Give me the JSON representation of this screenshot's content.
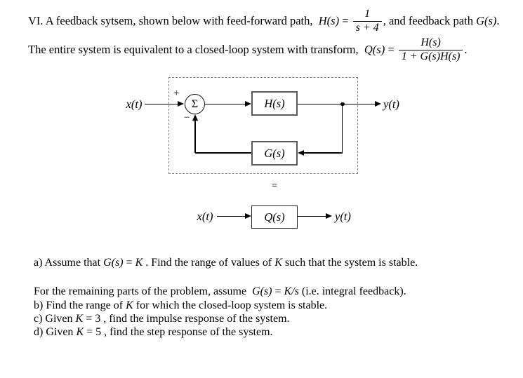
{
  "intro": {
    "line1": {
      "pre": "VI. A feedback sytsem, shown below with feed-forward path,  ",
      "m1": "H(s)",
      "eq": " = ",
      "frac": {
        "num": "1",
        "den": "s + 4"
      },
      "mid": ", and feedback path ",
      "m2": "G(s)",
      "end": "."
    },
    "line2": {
      "pre": "The entire system is equivalent to a closed-loop system with transform,  ",
      "m1": "Q(s)",
      "eq": " = ",
      "frac": {
        "num": "H(s)",
        "den": "1 + G(s)H(s)"
      },
      "end": "."
    }
  },
  "diagram": {
    "input_label": "x(t)",
    "plus": "+",
    "minus": "−",
    "sum": "Σ",
    "forward_block": "H(s)",
    "feedback_block": "G(s)",
    "output_label": "y(t)",
    "equals": "=",
    "equiv": {
      "input_label": "x(t)",
      "block": "Q(s)",
      "output_label": "y(t)"
    }
  },
  "questions": {
    "a": {
      "p1": "a) Assume that ",
      "m1": "G(s)",
      "p2": " = ",
      "m2": "K",
      "p3": " . Find the range of values of ",
      "m3": "K",
      "p4": " such that the system is stable."
    },
    "note": {
      "p1": "For the remaining parts of the problem, assume  ",
      "m1": "G(s)",
      "p2": " = ",
      "m2": "K/s",
      "p3": " (i.e. integral feedback)."
    },
    "b": {
      "p1": "b) Find the range of ",
      "m1": "K",
      "p2": " for which the closed-loop system is stable."
    },
    "c": {
      "p1": "c) Given ",
      "m1": "K",
      "p2": " = 3 , find the impulse response of the system."
    },
    "d": {
      "p1": "d) Given ",
      "m1": "K",
      "p2": " = 5 , find the step response of the system."
    }
  }
}
